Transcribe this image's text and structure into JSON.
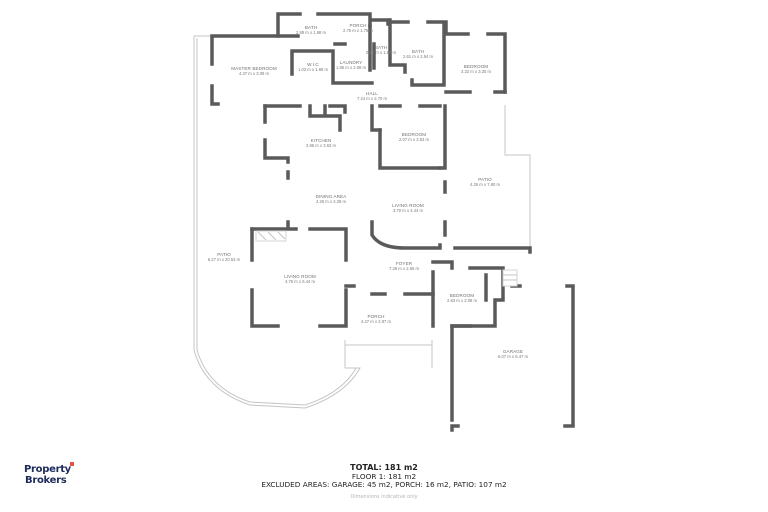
{
  "rooms": [
    {
      "id": "bath-1",
      "label": "BATH",
      "dims": "2.98 m x 1.68 m"
    },
    {
      "id": "porch-1",
      "label": "PORCH",
      "dims": "2.75 m x 1.75 m"
    },
    {
      "id": "bath-2",
      "label": "BATH",
      "dims": "0.93 m x 1.65 m"
    },
    {
      "id": "bath-3",
      "label": "BATH",
      "dims": "2.61 m x 2.94 m"
    },
    {
      "id": "bedroom-1",
      "label": "BEDROOM",
      "dims": "3.32 m x 3.30 m"
    },
    {
      "id": "master-bedroom",
      "label": "MASTER BEDROOM",
      "dims": "4.37 m x 3.08 m"
    },
    {
      "id": "wic",
      "label": "W.I.C",
      "dims": "1.02 m x 1.68 m"
    },
    {
      "id": "laundry",
      "label": "LAUNDRY",
      "dims": "1.86 m x 2.08 m"
    },
    {
      "id": "hall",
      "label": "HALL",
      "dims": "7.24 m x 2.70 m"
    },
    {
      "id": "kitchen",
      "label": "KITCHEN",
      "dims": "3.96 m x 3.63 m"
    },
    {
      "id": "bedroom-2",
      "label": "BEDROOM",
      "dims": "2.07 m x 3.53 m"
    },
    {
      "id": "patio-1",
      "label": "PATIO",
      "dims": "4.26 m x 7.80 m"
    },
    {
      "id": "dining-area",
      "label": "DINING AREA",
      "dims": "4.26 m x 4.28 m"
    },
    {
      "id": "living-room-1",
      "label": "LIVING ROOM",
      "dims": "3.70 m x 4.44 m"
    },
    {
      "id": "patio-2",
      "label": "PATIO",
      "dims": "6.27 m x 20.53 m"
    },
    {
      "id": "living-room-2",
      "label": "LIVING ROOM",
      "dims": "4.76 m x 5.44 m"
    },
    {
      "id": "foyer",
      "label": "FOYER",
      "dims": "7.28 m x 2.65 m"
    },
    {
      "id": "bedroom-3",
      "label": "BEDROOM",
      "dims": "2.83 m x 2.08 m"
    },
    {
      "id": "porch-2",
      "label": "PORCH",
      "dims": "4.27 m x 2.87 m"
    },
    {
      "id": "garage",
      "label": "GARAGE",
      "dims": "6.07 m x 6.47 m"
    }
  ],
  "summary": {
    "total": "TOTAL: 181 m2",
    "floor": "FLOOR 1: 181 m2",
    "excluded": "EXCLUDED AREAS: GARAGE: 45 m2, PORCH: 16 m2, PATIO: 107 m2",
    "disclaimer": "Dimensions indicative only"
  },
  "brand": {
    "line1": "Property",
    "line2": "Brokers",
    "accent_color": "#e2573f",
    "text_color": "#1d2a5b"
  }
}
